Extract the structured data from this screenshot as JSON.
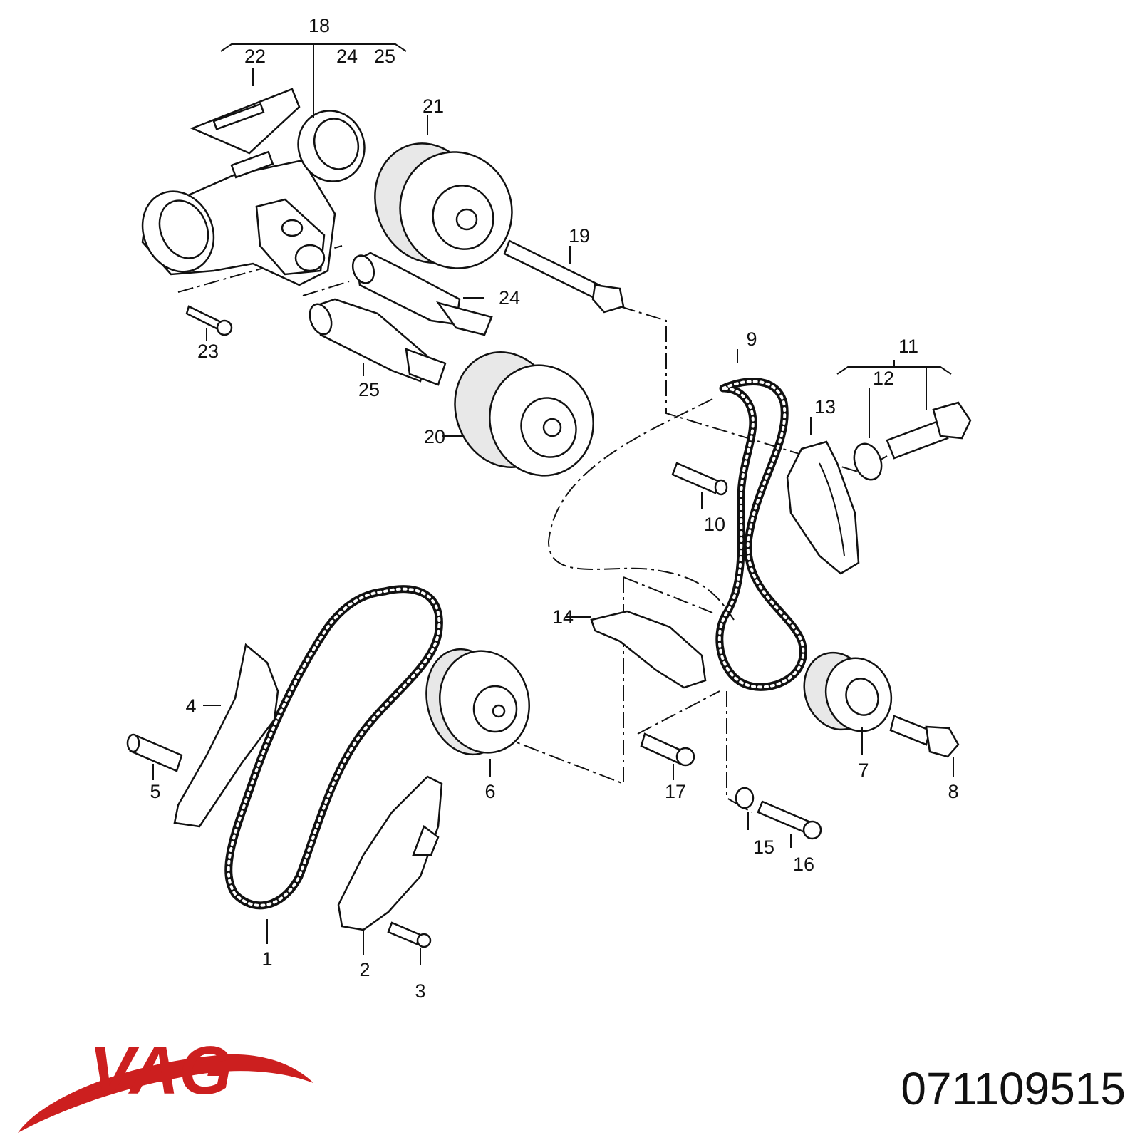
{
  "brand": {
    "logo_text": "VAG",
    "color": "#cc1f1f"
  },
  "part_number": "071109515",
  "callouts": [
    {
      "id": "1",
      "label": "1"
    },
    {
      "id": "2",
      "label": "2"
    },
    {
      "id": "3",
      "label": "3"
    },
    {
      "id": "4",
      "label": "4"
    },
    {
      "id": "5",
      "label": "5"
    },
    {
      "id": "6",
      "label": "6"
    },
    {
      "id": "7",
      "label": "7"
    },
    {
      "id": "8",
      "label": "8"
    },
    {
      "id": "9",
      "label": "9"
    },
    {
      "id": "10",
      "label": "10"
    },
    {
      "id": "11",
      "label": "11"
    },
    {
      "id": "12",
      "label": "12"
    },
    {
      "id": "13",
      "label": "13"
    },
    {
      "id": "14",
      "label": "14"
    },
    {
      "id": "15",
      "label": "15"
    },
    {
      "id": "16",
      "label": "16"
    },
    {
      "id": "17",
      "label": "17"
    },
    {
      "id": "18",
      "label": "18"
    },
    {
      "id": "19",
      "label": "19"
    },
    {
      "id": "20",
      "label": "20"
    },
    {
      "id": "21",
      "label": "21"
    },
    {
      "id": "22",
      "label": "22"
    },
    {
      "id": "23",
      "label": "23"
    },
    {
      "id": "24a",
      "label": "24"
    },
    {
      "id": "25a",
      "label": "25"
    },
    {
      "id": "24b",
      "label": "24"
    },
    {
      "id": "25b",
      "label": "25"
    }
  ]
}
